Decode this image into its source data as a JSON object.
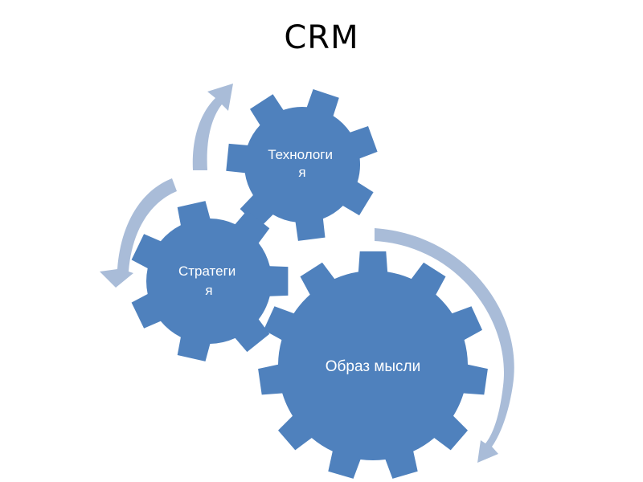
{
  "title": "CRM",
  "colors": {
    "gear_fill": "#4f81bd",
    "arrow_fill": "#a9bcd8",
    "label_color": "#ffffff",
    "title_color": "#000000"
  },
  "gears": [
    {
      "id": "technology",
      "lines": [
        "Технологи",
        "я"
      ]
    },
    {
      "id": "strategy",
      "lines": [
        "Стратеги",
        "я"
      ]
    },
    {
      "id": "mindset",
      "lines": [
        "Образ мысли"
      ]
    }
  ],
  "arrows": [
    {
      "id": "arrow-up",
      "direction": "up"
    },
    {
      "id": "arrow-left-down",
      "direction": "down-left"
    },
    {
      "id": "arrow-right-down",
      "direction": "down-left"
    }
  ]
}
